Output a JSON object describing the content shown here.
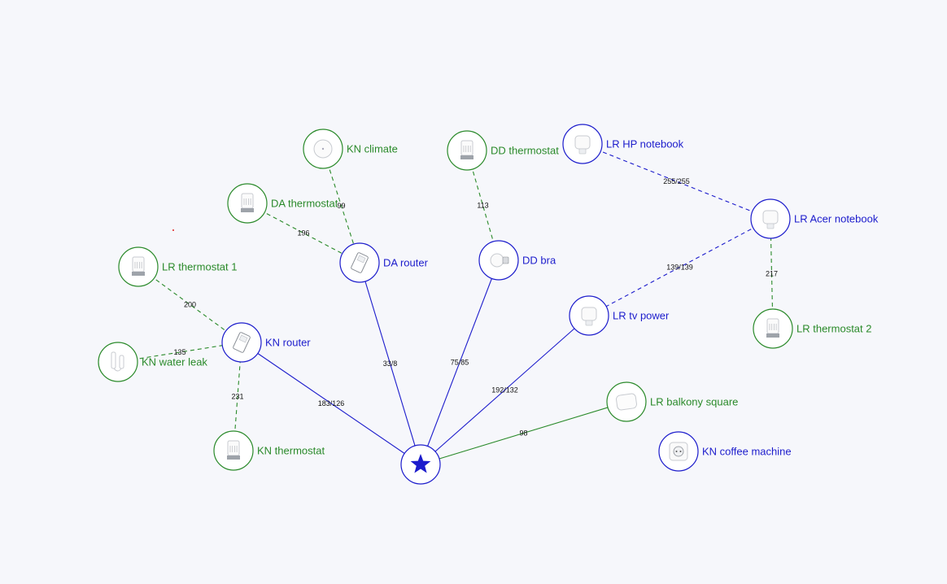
{
  "colors": {
    "coordinator": "#1c1ccc",
    "router": "#1c1ccc",
    "end_device": "#2a8a2a",
    "background": "#f6f7fb"
  },
  "nodes": [
    {
      "id": "coordinator",
      "label": "",
      "type": "coordinator",
      "icon": "star-icon"
    },
    {
      "id": "kn-router",
      "label": "KN router",
      "type": "router",
      "icon": "usb-router-icon"
    },
    {
      "id": "da-router",
      "label": "DA router",
      "type": "router",
      "icon": "usb-router-icon"
    },
    {
      "id": "dd-bra",
      "label": "DD bra",
      "type": "router",
      "icon": "bulb-icon"
    },
    {
      "id": "lr-tv-power",
      "label": "LR tv power",
      "type": "router",
      "icon": "plug-icon"
    },
    {
      "id": "lr-acer-notebook",
      "label": "LR Acer notebook",
      "type": "router",
      "icon": "plug-icon"
    },
    {
      "id": "lr-hp-notebook",
      "label": "LR HP notebook",
      "type": "router",
      "icon": "plug-icon"
    },
    {
      "id": "kn-coffee-machine",
      "label": "KN coffee machine",
      "type": "router",
      "icon": "socket-icon"
    },
    {
      "id": "kn-climate",
      "label": "KN climate",
      "type": "end_device",
      "icon": "climate-sensor-icon"
    },
    {
      "id": "da-thermostat",
      "label": "DA thermostat",
      "type": "end_device",
      "icon": "thermostat-icon"
    },
    {
      "id": "dd-thermostat",
      "label": "DD thermostat",
      "type": "end_device",
      "icon": "thermostat-icon"
    },
    {
      "id": "lr-thermostat-1",
      "label": "LR thermostat 1",
      "type": "end_device",
      "icon": "thermostat-icon"
    },
    {
      "id": "kn-water-leak",
      "label": "KN water leak",
      "type": "end_device",
      "icon": "water-leak-icon"
    },
    {
      "id": "kn-thermostat",
      "label": "KN thermostat",
      "type": "end_device",
      "icon": "thermostat-icon"
    },
    {
      "id": "lr-thermostat-2",
      "label": "LR thermostat 2",
      "type": "end_device",
      "icon": "thermostat-icon"
    },
    {
      "id": "lr-balkony-square",
      "label": "LR balkony square",
      "type": "end_device",
      "icon": "square-button-icon"
    }
  ],
  "edges": [
    {
      "from": "kn-router",
      "to": "coordinator",
      "label": "183/126",
      "style": "solid",
      "color": "router"
    },
    {
      "from": "da-router",
      "to": "coordinator",
      "label": "33/8",
      "style": "solid",
      "color": "router"
    },
    {
      "from": "dd-bra",
      "to": "coordinator",
      "label": "75/85",
      "style": "solid",
      "color": "router"
    },
    {
      "from": "lr-tv-power",
      "to": "coordinator",
      "label": "192/132",
      "style": "solid",
      "color": "router"
    },
    {
      "from": "lr-balkony-square",
      "to": "coordinator",
      "label": "98",
      "style": "solid",
      "color": "end_device"
    },
    {
      "from": "lr-acer-notebook",
      "to": "lr-tv-power",
      "label": "139/139",
      "style": "dashed",
      "color": "router"
    },
    {
      "from": "lr-hp-notebook",
      "to": "lr-acer-notebook",
      "label": "255/255",
      "style": "dashed",
      "color": "router"
    },
    {
      "from": "kn-climate",
      "to": "da-router",
      "label": "99",
      "style": "dashed",
      "color": "end_device"
    },
    {
      "from": "da-thermostat",
      "to": "da-router",
      "label": "196",
      "style": "dashed",
      "color": "end_device"
    },
    {
      "from": "dd-thermostat",
      "to": "dd-bra",
      "label": "113",
      "style": "dashed",
      "color": "end_device"
    },
    {
      "from": "lr-thermostat-1",
      "to": "kn-router",
      "label": "200",
      "style": "dashed",
      "color": "end_device"
    },
    {
      "from": "kn-water-leak",
      "to": "kn-router",
      "label": "135",
      "style": "dashed",
      "color": "end_device"
    },
    {
      "from": "kn-thermostat",
      "to": "kn-router",
      "label": "231",
      "style": "dashed",
      "color": "end_device"
    },
    {
      "from": "lr-thermostat-2",
      "to": "lr-acer-notebook",
      "label": "217",
      "style": "dashed",
      "color": "end_device"
    }
  ]
}
